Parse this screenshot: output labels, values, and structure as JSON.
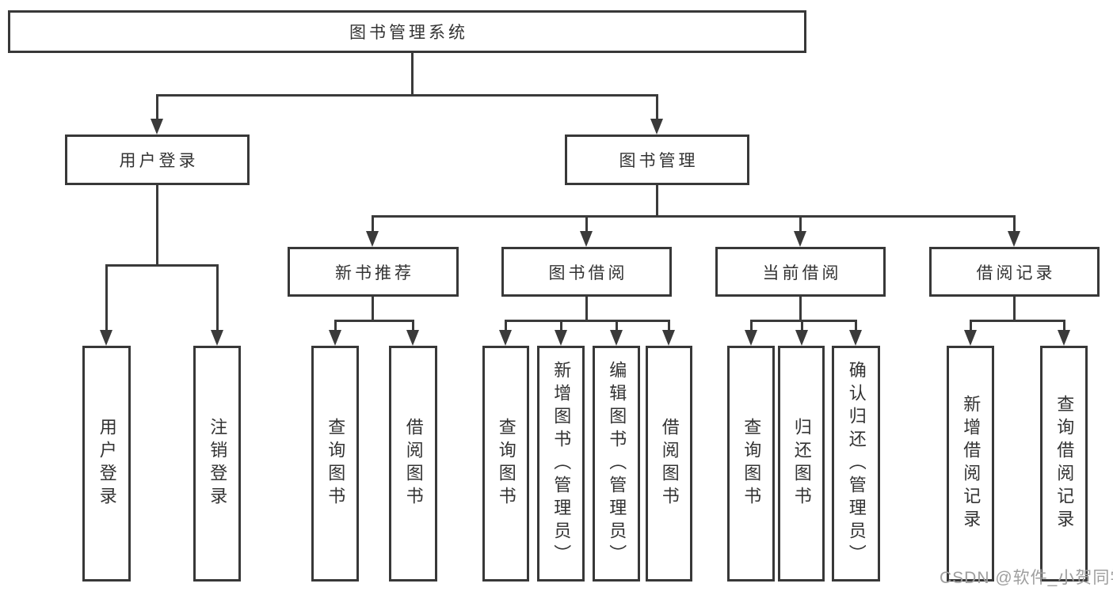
{
  "diagram": {
    "root": "图书管理系统",
    "level2": [
      {
        "label": "用户登录",
        "leaves": [
          "用户登录",
          "注销登录"
        ]
      },
      {
        "label": "图书管理"
      }
    ],
    "level3": [
      {
        "label": "新书推荐",
        "leaves": [
          "查询图书",
          "借阅图书"
        ]
      },
      {
        "label": "图书借阅",
        "leaves": [
          "查询图书",
          "新增图书（管理员）",
          "编辑图书（管理员）",
          "借阅图书"
        ]
      },
      {
        "label": "当前借阅",
        "leaves": [
          "查询图书",
          "归还图书",
          "确认归还（管理员）"
        ]
      },
      {
        "label": "借阅记录",
        "leaves": [
          "新增借阅记录",
          "查询借阅记录"
        ]
      }
    ]
  },
  "colors": {
    "line": "#3a3a3a",
    "box_border": "#383838",
    "text": "#333333",
    "watermark": "#9e9e9e"
  },
  "watermark": "CSDN @软件_小贺同学"
}
